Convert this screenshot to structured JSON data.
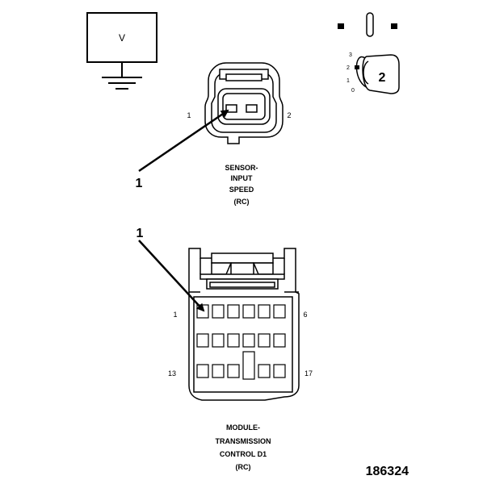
{
  "voltmeter": {
    "label": "V"
  },
  "key_icon": {
    "number": "2",
    "positions": [
      "3",
      "2",
      "1",
      "0"
    ]
  },
  "sensor_connector": {
    "name_lines": [
      "SENSOR-",
      "INPUT",
      "SPEED",
      "(RC)"
    ],
    "pin_left": "1",
    "pin_right": "2",
    "callout": "1"
  },
  "module_connector": {
    "name_lines": [
      "MODULE-",
      "TRANSMISSION",
      "CONTROL D1",
      "(RC)"
    ],
    "pin_top_left": "1",
    "pin_top_right": "6",
    "pin_bottom_left": "13",
    "pin_bottom_right": "17",
    "callout": "1"
  },
  "figure_number": "186324"
}
